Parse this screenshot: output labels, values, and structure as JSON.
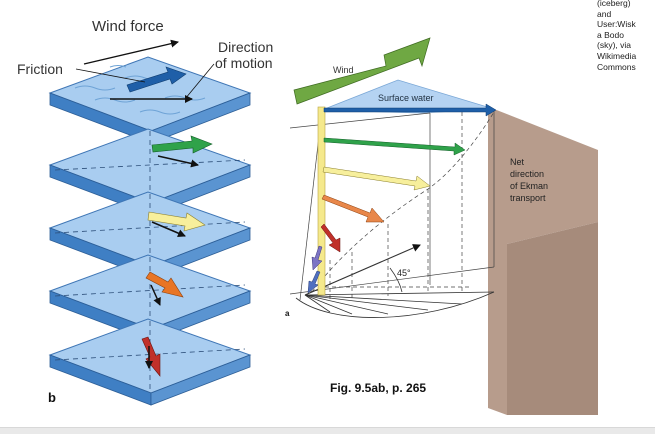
{
  "panel_b": {
    "title_label": "Wind force",
    "friction_label": "Friction",
    "direction_label_line1": "Direction",
    "direction_label_line2": "of motion",
    "panel_letter": "b"
  },
  "panel_a": {
    "wind_label": "Wind",
    "surface_water_label": "Surface water",
    "net_line1": "Net",
    "net_line2": "direction",
    "net_line3": "of Ekman",
    "net_line4": "transport",
    "angle_label": "45°",
    "panel_letter": "a"
  },
  "caption": "Fig. 9.5ab, p. 265",
  "credit_lines": [
    "(iceberg)",
    "and",
    "User:Wisk",
    "a Bodo",
    "(sky), via",
    "Wikimedia",
    "Commons"
  ],
  "colors": {
    "layer_top": "#a9cdf0",
    "layer_side": "#5a94d1",
    "wall": "#b79c8c",
    "wind_arrow": "#6fa843",
    "arrow_blue": "#1f5fa8",
    "arrow_green": "#2fa24a",
    "arrow_yellow": "#f7ef9c",
    "arrow_orange": "#e87525",
    "arrow_red": "#c0302a",
    "arrow_purple": "#7c74c4"
  }
}
